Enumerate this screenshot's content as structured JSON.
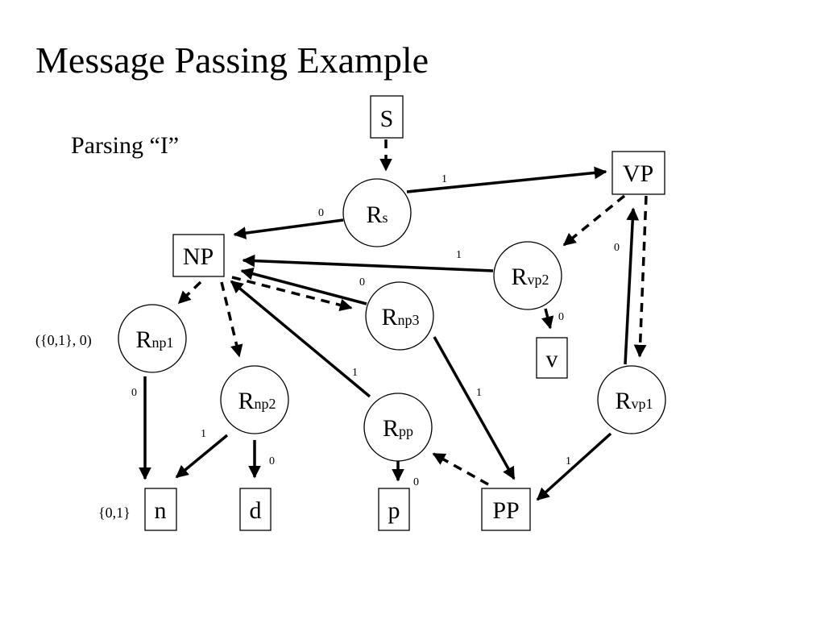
{
  "slide": {
    "title": "Message Passing Example",
    "subtitle": "Parsing “I”"
  },
  "boxes": {
    "S": "S",
    "VP": "VP",
    "NP": "NP",
    "v": "v",
    "n": "n",
    "d": "d",
    "p": "p",
    "PP": "PP"
  },
  "nodes": {
    "Rs": {
      "main": "R",
      "sub": "s"
    },
    "Rvp2": {
      "main": "R",
      "sub": "vp2"
    },
    "Rnp3": {
      "main": "R",
      "sub": "np3"
    },
    "Rnp1": {
      "main": "R",
      "sub": "np1"
    },
    "Rnp2": {
      "main": "R",
      "sub": "np2"
    },
    "Rpp": {
      "main": "R",
      "sub": "pp"
    },
    "Rvp1": {
      "main": "R",
      "sub": "vp1"
    }
  },
  "edge_labels": {
    "Rs_VP": "1",
    "Rs_NP": "0",
    "Rvp2_NP": "1",
    "Rnp3_NP": "0",
    "Rvp2_v": "0",
    "Rvp1_VP": "0",
    "Rnp1_n": "0",
    "Rnp2_n": "1",
    "Rnp2_d": "0",
    "Rpp_NP": "1",
    "Rnp3_PP": "1",
    "Rpp_p": "0",
    "Rvp1_PP": "1"
  },
  "annotations": {
    "rnp1_message": "({0,1}, 0)",
    "n_message": "{0,1}"
  }
}
